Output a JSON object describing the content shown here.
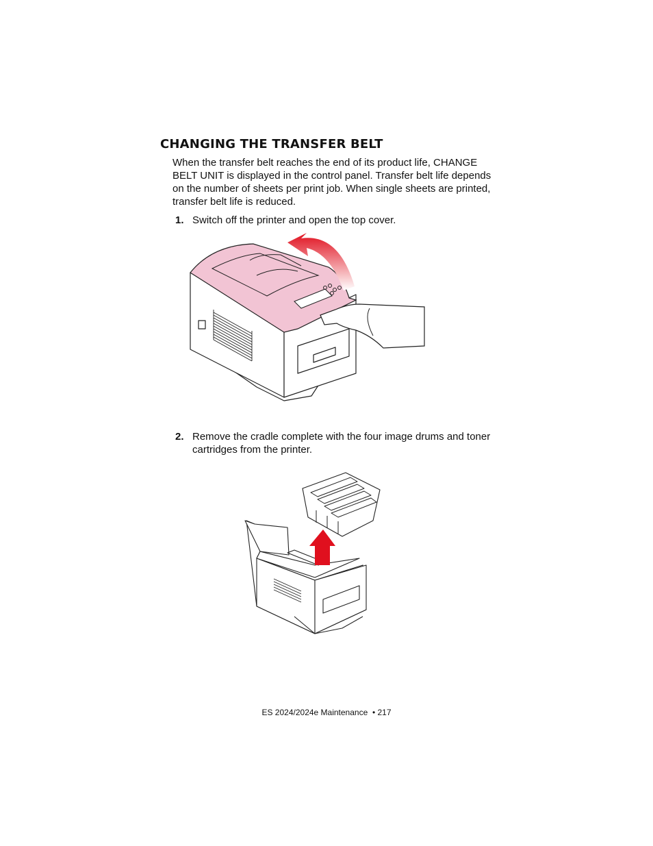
{
  "heading": "CHANGING THE TRANSFER BELT",
  "intro": "When the transfer belt reaches the end of its product life, CHANGE BELT UNIT is displayed in the control panel. Transfer belt life depends on the number of sheets per print job. When single sheets are printed, transfer belt life is reduced.",
  "steps": [
    {
      "number": "1.",
      "text": "Switch off the printer and open the top cover."
    },
    {
      "number": "2.",
      "text": "Remove the cradle complete with the four image drums and toner cartridges from the printer."
    }
  ],
  "footer": {
    "text": "ES 2024/2024e Maintenance",
    "bullet": "•",
    "page": "217"
  },
  "colors": {
    "cover_highlight": "#f2c4d4",
    "arrow_red": "#e0101e",
    "line": "#222222"
  }
}
